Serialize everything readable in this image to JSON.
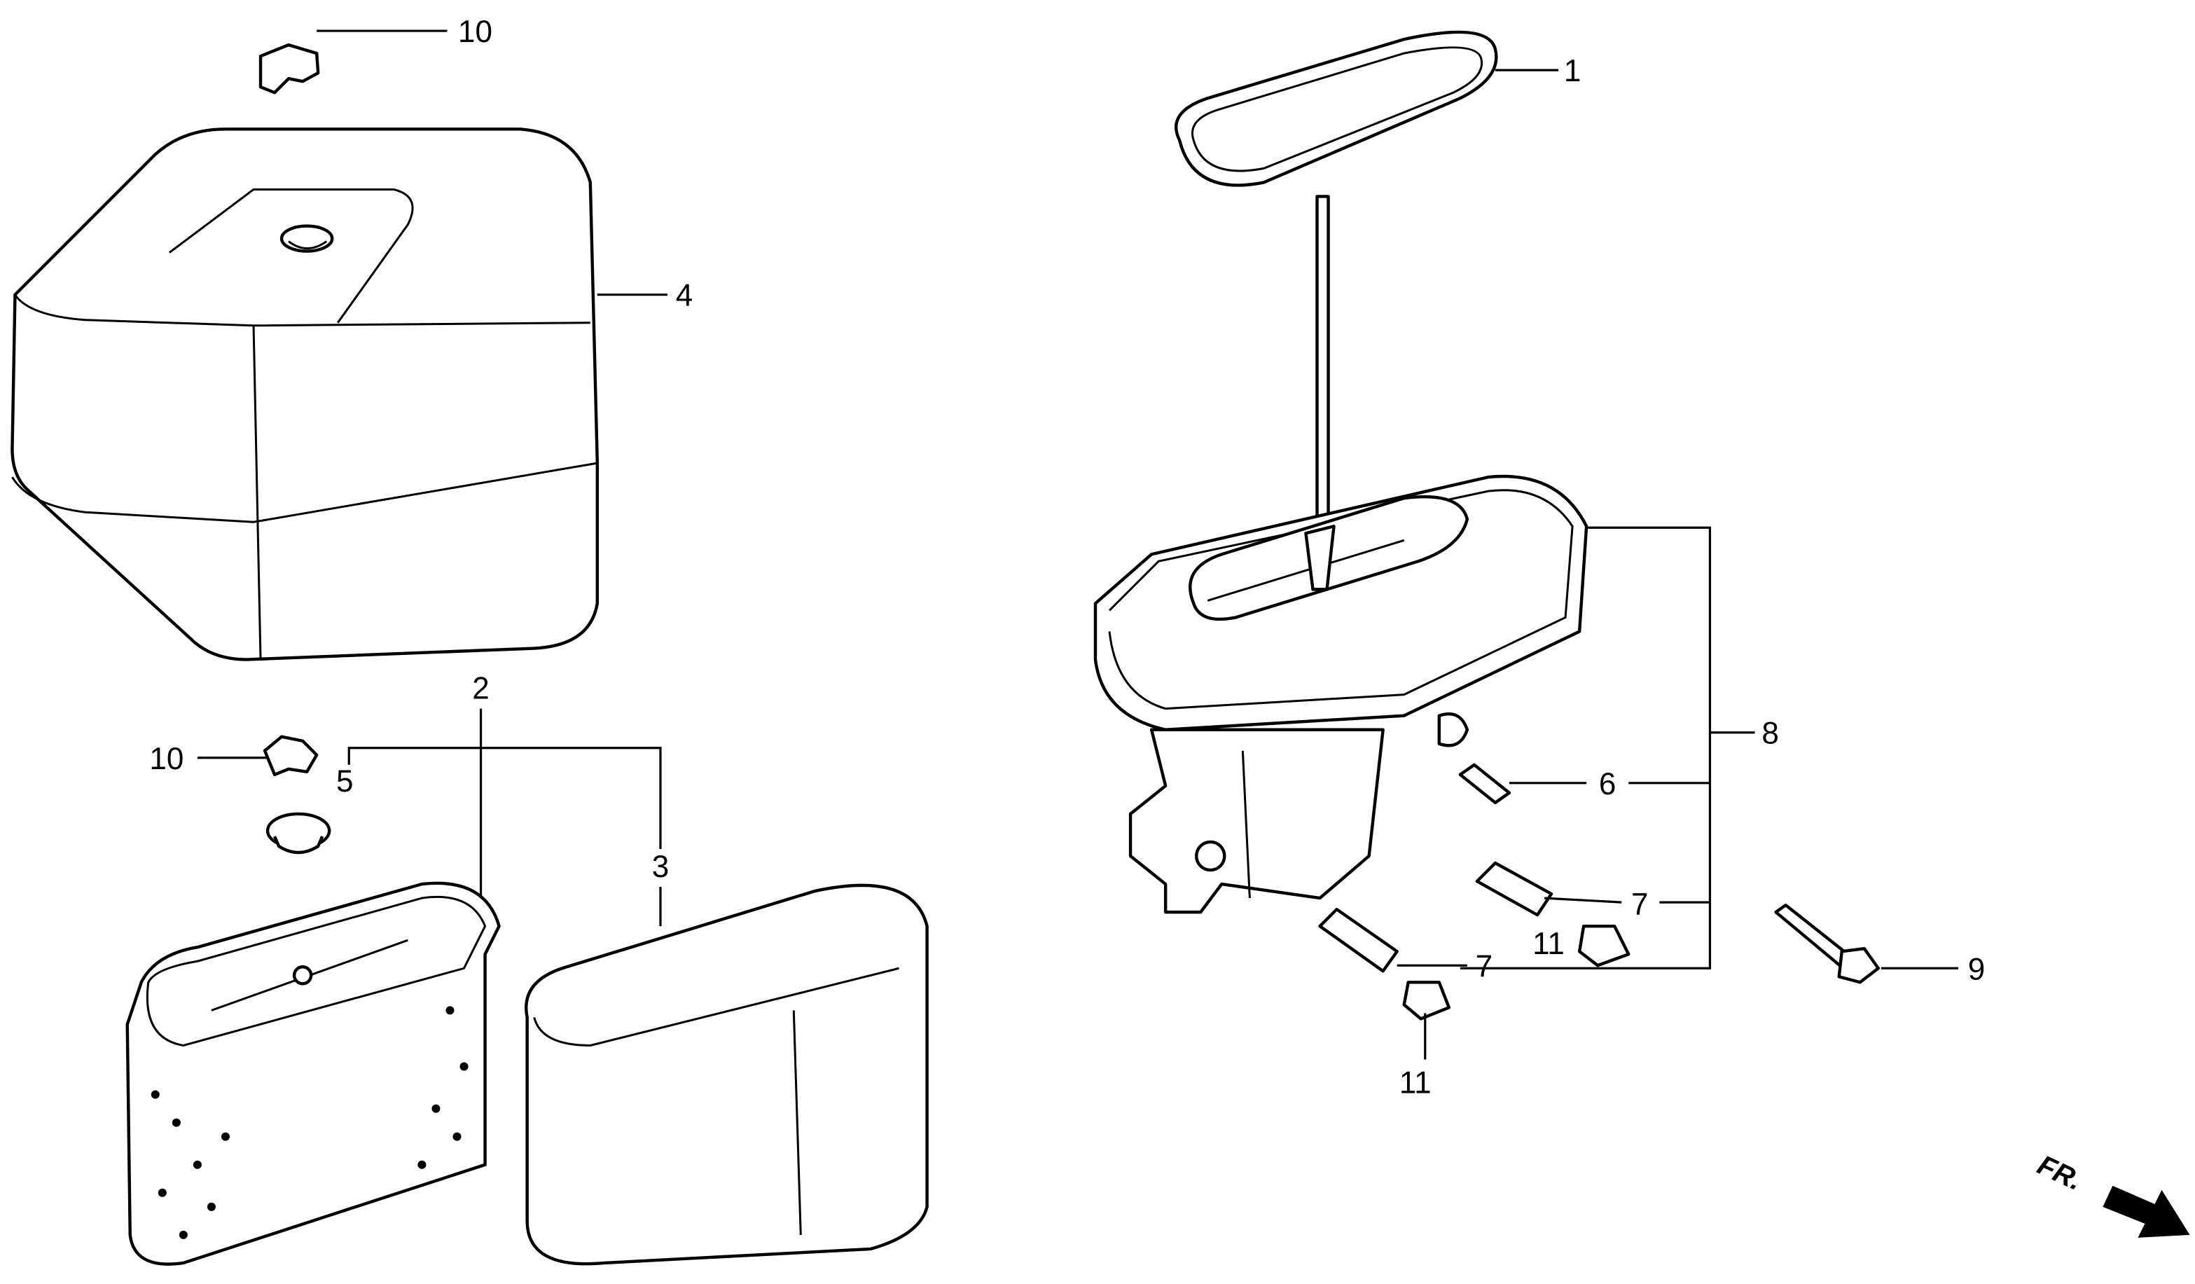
{
  "diagram": {
    "callouts": [
      {
        "id": "label-10-top",
        "text": "10"
      },
      {
        "id": "label-1",
        "text": "1"
      },
      {
        "id": "label-4",
        "text": "4"
      },
      {
        "id": "label-2",
        "text": "2"
      },
      {
        "id": "label-10-left",
        "text": "10"
      },
      {
        "id": "label-5",
        "text": "5"
      },
      {
        "id": "label-3",
        "text": "3"
      },
      {
        "id": "label-8",
        "text": "8"
      },
      {
        "id": "label-6",
        "text": "6"
      },
      {
        "id": "label-7-upper",
        "text": "7"
      },
      {
        "id": "label-11-upper",
        "text": "11"
      },
      {
        "id": "label-7-lower",
        "text": "7"
      },
      {
        "id": "label-9",
        "text": "9"
      },
      {
        "id": "label-11-lower",
        "text": "11"
      }
    ],
    "direction_marker": "FR."
  }
}
